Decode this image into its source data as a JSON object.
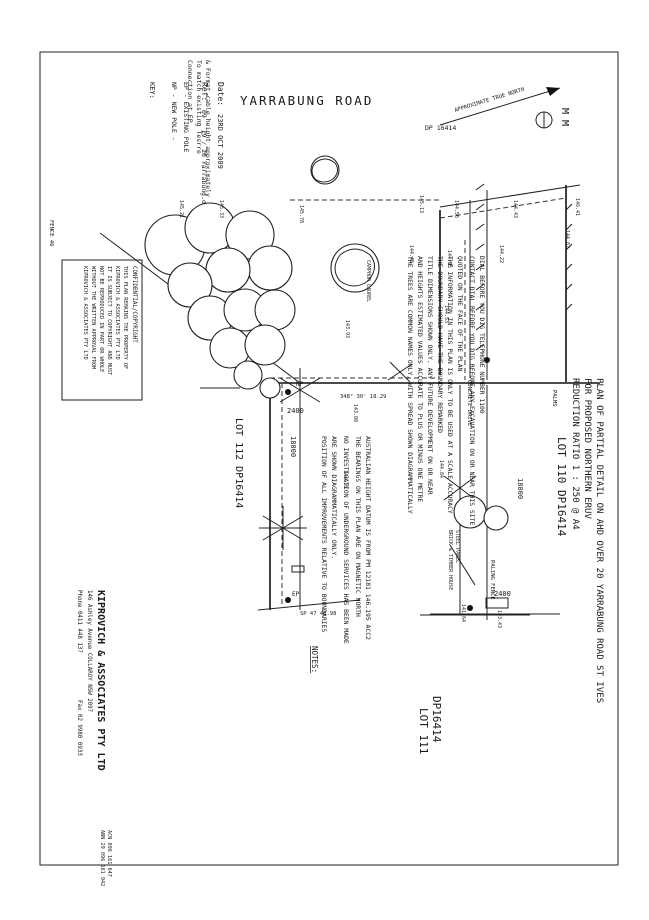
{
  "road_label": "YARRABUNG ROAD",
  "north": {
    "label": "APPROXIMATE TRUE NORTH",
    "marks": "M M"
  },
  "ref_dp_top": "DP 16414",
  "notes_top": {
    "line1": "Connection at EP",
    "line2": "To match existing Tesrre",
    "line3": "& Format cable height approximately"
  },
  "key": {
    "title": "KEY:",
    "new_pole": "NP - NEW POLE -",
    "existing_pole": "EP - EXISTING POLE",
    "ref_label": "Ref:",
    "ref_value": "09 _ 19 / 20 Yarrabung.dwg",
    "date_label": "Date:",
    "date_value": "23RD OCT 2009"
  },
  "title": {
    "line1": "PLAN OF PARTIAL DETAIL ON AHD OVER 20 YARRABUNG ROAD ST IVES",
    "line2": "FOR PROPOSED NORTHERN ERUV",
    "line3": "REDUCTION RATIO 1 : 250 @ A4"
  },
  "lots": {
    "lot110": "LOT 110 DP16414",
    "lot112": "LOT 112 DP16414",
    "lot111_a": "LOT 111",
    "lot111_b": "DP16414"
  },
  "notes": {
    "heading": "NOTES:",
    "lines": [
      "POSITION OF ALL IMPROVEMENTS RELATIVE TO BOUNDARIES",
      "ARE SHOWN DIAGRAMMATICALLY ONLY.",
      "NO INVESTIGATION OF UNDERGROUND SERVICES HAS BEEN MADE",
      "THE BEARINGS ON THIS PLAN ARE ON MAGNETIC NORTH",
      "AUSTRALIAN HEIGHT DATUM IS FROM PM 12181 146.195 ACC2",
      "THE TREES ARE COMMON NAMES ONLY, WITH SPREAD SHOWN DIAGRAMMATICALLY",
      "AND HEIGHTS ESTIMATED VALUES ACCURATE TO PLUS OR MINUS ONE METRE",
      "TITLE DIMENSIONS SHOWN ONLY. ANY FUTURE DEVELOPMENT ON OR NEAR",
      "THE BOUNDARY SHOULD HAVE THE BOUNDARY REMARKED",
      "THE INFORMATION IN THIS PLAN IS ONLY TO BE USED AT A SCALE ACCURACY",
      "QUOTED ON THE FACE OF THE PLAN",
      "CONTACT DIAL BEFORE YOU DIG BEFORE ANY EXCAVATION ON OR NEAR THIS SITE",
      "DIAL BEFORE YOU DIG TELEPHONE NUMBER 1100"
    ]
  },
  "company": {
    "name": "KIPROVICH & ASSOCIATES PTY LTD",
    "address": "146 Ashley Avenue COLLAROY  NSW 2097",
    "phone": "Phone 0411 448 137",
    "fax": "Fax 02 9980 0933",
    "acn": "ACN 096 161 647",
    "abn": "ABN 29 096 161 942"
  },
  "copyright": {
    "heading": "CONFIDENTIAL/COPYRIGHT",
    "lines": [
      "THIS PLAN REMAINS THE PROPERTY OF",
      "KIPROVICH & ASSOCIATES PTY LTD",
      "IT IS SUBJECT TO COPYRIGHT AND MUST",
      "NOT BE REPRODUCED IN PART OR WHOLE",
      "WITHOUT THE WRITTEN APPROVAL FROM",
      "KIPROVICH & ASSOCIATES PTY LTD"
    ]
  },
  "plan_labels": {
    "concrete_drive": "CONCRETE DRIVE",
    "palms": "PALMS",
    "paling_fence": "PALING FENCE",
    "brick_house": "BRICK & TIMBER HOUSE",
    "steel_panel": "STEEL PANEL",
    "camphor": "CAMPHOR LAUREL",
    "bearing": "348° 30' 18.29",
    "bearing2": "SP 47 40.98",
    "width_a": "18000",
    "width_b": "18000",
    "width_c": "2400",
    "width_d": "2400",
    "np": "NP",
    "ep": "EP",
    "fence_left": "FENCE 46",
    "levels": [
      "146.41",
      "144.87",
      "144.43",
      "144.22",
      "144.56",
      "144.95",
      "145.13",
      "144.45",
      "143.93",
      "143.80",
      "145.78",
      "144.53",
      "144.84",
      "143.43",
      "144.10",
      "145.33",
      "145.21",
      "141.64"
    ]
  }
}
